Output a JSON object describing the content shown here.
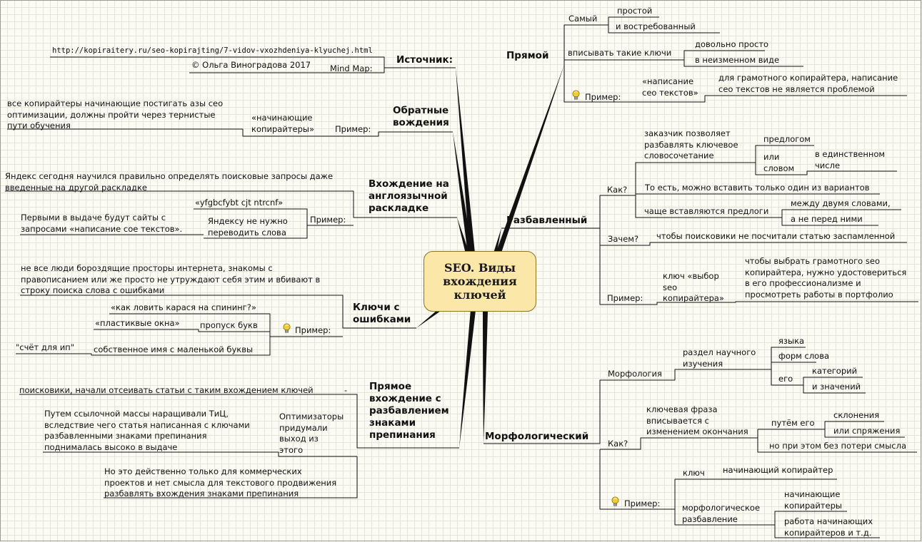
{
  "central": "SEO. Виды\nвхождения\nключей",
  "branches": {
    "source": {
      "title": "Источник:",
      "url": "http://kopiraitery.ru/seo-kopirajting/7-vidov-vxozhdeniya-klyuchej.html",
      "mindmap_label": "Mind Map:",
      "author": "© Ольга Виноградова 2017"
    },
    "reverse": {
      "title": "Обратные\nвождения",
      "example_label": "Пример:",
      "example": "«начинающие\nкопирайтеры»",
      "note": "все копирайтеры начинающие постигать азы сео\nоптимизации, должны пройти через тернистые\nпути обучения"
    },
    "english_layout": {
      "title": "Вхождение на\nанглоязычной\nраскладке",
      "note": "Яндекс сегодня научился правильно определять поисковые запросы даже\nвведенные на другой раскладке",
      "example_label": "Пример:",
      "sample": "«yfgbcfybt cjt ntrcnf»",
      "yandex": "Яндексу не нужно\nпереводить слова",
      "result": "Первыми в выдаче будут сайты с\nзапросами «написание сое текстов»."
    },
    "typos": {
      "title": "Ключи с\nошибками",
      "example_label": "Пример:",
      "note": "не все люди бороздящие просторы интернета, знакомы с\nправописанием или же просто не утруждают себя этим и вбивают в\nстроку поиска слова с ошибками",
      "missing_letters": "пропуск букв",
      "ex1": "«как ловить карася на спининг?»",
      "ex2": "«пластиквые окна»",
      "lowercase": "собственное имя с маленькой буквы",
      "ex3": "\"счёт для ип\""
    },
    "punctuation": {
      "title": "Прямое\nвхождение с\nразбавлением\nзнаками\nпрепинания",
      "note1": "поисковики, начали отсеивать статьи с таким вхождением ключей",
      "optimizers": "Оптимизаторы\nпридумали\nвыход из\nэтого",
      "note2": "Путем ссылочной массы наращивали ТиЦ,\nвследствие чего статья написанная с ключами\nразбавленными знаками препинания\nподнималась высоко в выдаче",
      "note3": "Но это действенно только для коммерческих\nпроектов и нет смысла для текстового продвижения\nразбавлять вхождения знаками препинания",
      "dash": "-"
    },
    "direct": {
      "title": "Прямой",
      "most": "Самый",
      "simple": "простой",
      "demanded": "и востребованный",
      "insert": "вписывать такие ключи",
      "easy": "довольно просто",
      "unchanged": "в неизменном виде",
      "example_label": "Пример:",
      "example": "«написание\nсео текстов»",
      "explain": "для грамотного копирайтера, написание\nсео текстов не является проблемой"
    },
    "diluted": {
      "title": "Разбавленный",
      "how": "Как?",
      "customer": "заказчик позволяет\nразбавлять ключевое\nсловосочетание",
      "preposition": "предлогом",
      "or_word": "или\nсловом",
      "singular": "в единственном\nчисле",
      "only_one": "То есть, можно вставить только один из вариантов",
      "more_often": "чаще вставляются предлоги",
      "between": "между двумя словами,",
      "not_before": "а не перед ними",
      "why": "Зачем?",
      "why_answer": "чтобы поисковики не посчитали статью заспамленной",
      "example_label": "Пример:",
      "key": "ключ «выбор\nseo\nкопирайтера»",
      "key_explain": "чтобы выбрать грамотного seo\nкопирайтера, нужно удостовериться\nв его профессионализме и\nпросмотреть работы в портфолио"
    },
    "morph": {
      "title": "Морфологический",
      "morphology": "Морфология",
      "section": "раздел научного\nизучения",
      "languages": "языка",
      "word_forms": "форм слова",
      "its": "его",
      "categories": "категорий",
      "meanings": "и значений",
      "how": "Как?",
      "phrase": "ключевая фраза\nвписывается с\nизменением окончания",
      "through": "путём его",
      "declension": "склонения",
      "conjugation": "или спряжения",
      "no_loss": "но при этом без потери смысла",
      "example_label": "Пример:",
      "key_label": "ключ",
      "key_value": "начинающий копирайтер",
      "morph_dilution": "морфологическое\nразбавление",
      "beginners": "начинающие\nкопирайтеры",
      "work": "работа начинающих\nкопирайтеров и т.д."
    }
  },
  "colors": {
    "node_fill": "#fbe7a8",
    "node_border": "#8a7420",
    "bulb": "#f2cd2e"
  }
}
